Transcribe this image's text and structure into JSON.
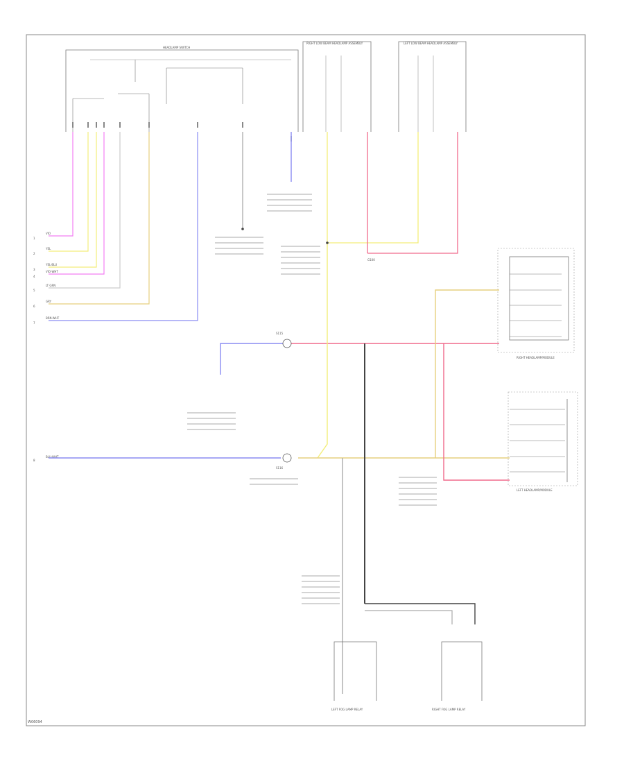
{
  "diagram": {
    "footer_code": "W06094",
    "header_module": "HEADLAMP SWITCH",
    "right_assembly": "RIGHT LOW BEAM HEADLAMP ASSEMBLY",
    "left_assembly": "LEFT LOW BEAM HEADLAMP ASSEMBLY",
    "right_sub_assembly": "RIGHT HEADLAMP/MODULE",
    "left_sub_assembly": "LEFT HEADLAMP/MODULE",
    "bottom_left_component": "LEFT FOG LAMP RELAY",
    "bottom_right_component": "RIGHT FOG LAMP RELAY",
    "left_wire_labels": [
      "VIO",
      "YEL",
      "YEL-BLU",
      "VIO-WHT",
      "LT GRN",
      "GRY",
      "BRN-WHT",
      "BLU-WHT"
    ],
    "left_pins": [
      "1",
      "2",
      "3",
      "4",
      "5",
      "6",
      "7",
      "8"
    ],
    "splice_top": "S115",
    "splice_bottom": "S116",
    "ground_g100": "G100",
    "wire_colors": {
      "violet": "#f27ef2",
      "yellow": "#f3ee7a",
      "tan": "#e6cf7e",
      "blue": "#8a8cf2",
      "red": "#f06a8c",
      "black": "#444444",
      "gray": "#bbbbbb"
    }
  }
}
